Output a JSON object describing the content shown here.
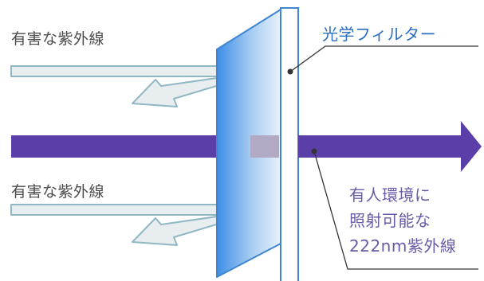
{
  "labels": {
    "harmful_uv_top": "有害な紫外線",
    "harmful_uv_bottom": "有害な紫外線",
    "optical_filter": "光学フィルター",
    "safe_light_line1": "有人環境に",
    "safe_light_line2": "照射可能な",
    "safe_light_line3": "222nm紫外線"
  },
  "colors": {
    "beam": "#5b3fa8",
    "beam_in_filter": "#b2a9c4",
    "filter_label": "#2a6fc0",
    "safe_label": "#6a5aa8",
    "harmful_label": "#4a4a4a",
    "reflected_arrow_fill": "#e8eef0",
    "reflected_arrow_stroke": "#8fb8c4",
    "filter_edge": "#3f86d0",
    "leader_line": "#333333"
  }
}
